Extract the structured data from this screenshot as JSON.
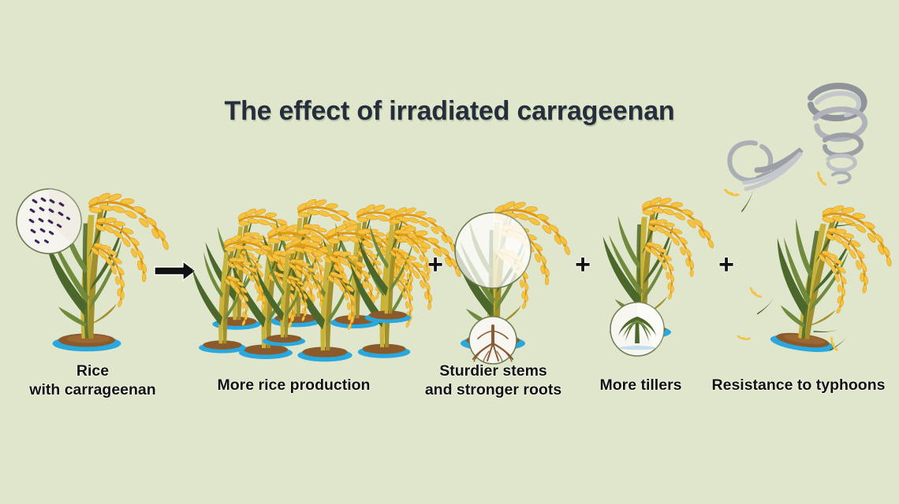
{
  "page": {
    "background_color": "#dfe6cb",
    "title": "The effect of irradiated carrageenan",
    "title_color": "#262e3d"
  },
  "palette": {
    "background": "#dfe6cb",
    "grain_light": "#f5c342",
    "grain": "#efb01f",
    "grain_dark": "#e09a12",
    "leaf_dark": "#4c672c",
    "leaf_mid": "#6f8a3c",
    "stem": "#c9b33a",
    "stem_dark": "#a08f2a",
    "soil": "#8b5a2b",
    "water": "#29a8e0",
    "lens_fill": "#f5f4ee",
    "lens_border": "#6e7a4f",
    "wind_gray": "#9aa0a6",
    "spray_dot": "#3b2257",
    "root": "#8a5a33",
    "text": "#111111"
  },
  "flow": {
    "arrow": {
      "name": "right-arrow",
      "direction": "right"
    },
    "connectors": [
      {
        "symbol": "+",
        "label": "plus-sign"
      },
      {
        "symbol": "+",
        "label": "plus-sign"
      },
      {
        "symbol": "+",
        "label": "plus-sign"
      }
    ]
  },
  "panels": [
    {
      "id": "rice-with-carrageenan",
      "caption_lines": [
        "Rice",
        "with carrageenan"
      ],
      "icon": "spray-droplets-circle",
      "icon_description": "magnifier circle showing carrageenan spray droplets",
      "plants": 1
    },
    {
      "id": "more-rice-production",
      "caption_lines": [
        "More rice production"
      ],
      "icon": "rice-field",
      "icon_description": "dense field of many rice plants",
      "plants": 9
    },
    {
      "id": "sturdier-stems-and-stronger-roots",
      "caption_lines": [
        "Sturdier stems",
        "and stronger roots"
      ],
      "icon": "stem-and-root-magnifier",
      "icon_description": "magnifier circles over thick stem and root system",
      "plants": 1
    },
    {
      "id": "more-tillers",
      "caption_lines": [
        "More tillers"
      ],
      "icon": "tiller-magnifier",
      "icon_description": "magnifier circle at plant base showing multiple tillers",
      "plants": 1
    },
    {
      "id": "resistance-to-typhoons",
      "caption_lines": [
        "Resistance to typhoons"
      ],
      "icon": "typhoon-swirl",
      "icon_description": "gray tornado and wind swirl with flying leaves and grains",
      "plants": 1
    }
  ]
}
